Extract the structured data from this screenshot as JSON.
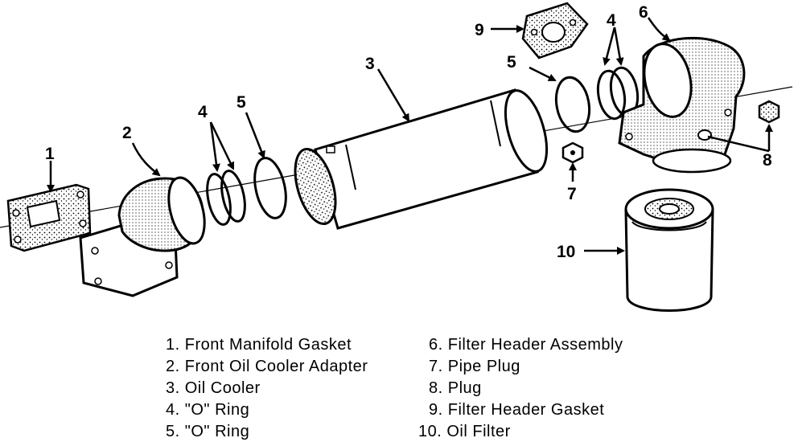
{
  "callouts": {
    "c1": "1",
    "c2": "2",
    "c3": "3",
    "c4a": "4",
    "c4b": "4",
    "c5a": "5",
    "c5b": "5",
    "c6": "6",
    "c7": "7",
    "c8": "8",
    "c9": "9",
    "c10": "10"
  },
  "legend": {
    "left": [
      {
        "num": "1.",
        "label": "Front Manifold Gasket"
      },
      {
        "num": "2.",
        "label": "Front Oil Cooler Adapter"
      },
      {
        "num": "3.",
        "label": "Oil Cooler"
      },
      {
        "num": "4.",
        "label": "\"O\" Ring"
      },
      {
        "num": "5.",
        "label": "\"O\" Ring"
      }
    ],
    "right": [
      {
        "num": "6.",
        "label": "Filter Header Assembly"
      },
      {
        "num": "7.",
        "label": "Pipe Plug"
      },
      {
        "num": "8.",
        "label": "Plug"
      },
      {
        "num": "9.",
        "label": "Filter Header Gasket"
      },
      {
        "num": "10.",
        "label": "Oil Filter"
      }
    ]
  }
}
